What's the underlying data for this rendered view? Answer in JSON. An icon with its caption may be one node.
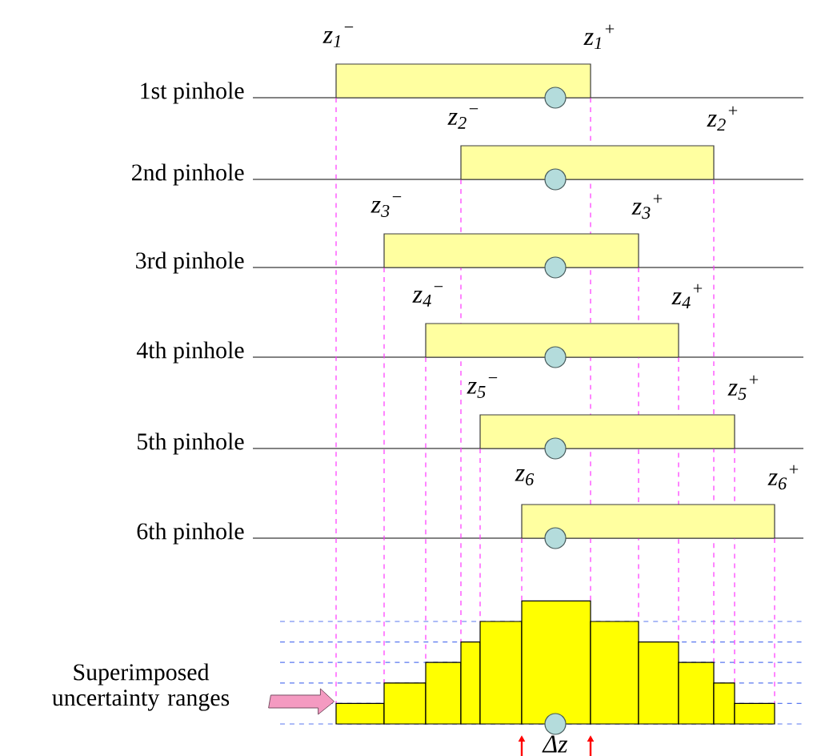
{
  "diagram": {
    "nodes": [
      {
        "text": [],
        "shape": "box",
        "beside": [
          "z$_{1}$$^{−}$",
          "z$_{1}$$^{+}$"
        ]
      },
      {
        "text": [],
        "shape": "box",
        "beside": [
          "z$_{2}$$^{−}$",
          "z$_{2}$$^{+}$"
        ]
      },
      {
        "text": [],
        "shape": "box",
        "beside": [
          "z$_{3}$$^{−}$",
          "z$_{3}$$^{+}$"
        ]
      },
      {
        "text": [],
        "shape": "box",
        "beside": [
          "z$_{4}$$^{−}$",
          "z$_{4}$$^{+}$"
        ]
      },
      {
        "text": [],
        "shape": "box",
        "beside": [
          "z$_{5}$$^{−}$",
          "z$_{5}$$^{+}$"
        ]
      },
      {
        "text": [],
        "shape": "box",
        "beside": [
          "z$_{6}$",
          "z$_{6}$$^{+}$"
        ]
      },
      {
        "text": [
          "Superimposed uncertainty ranges"
        ]
      },
      {
        "text": [],
        "shape": "bar",
        "beside": [
          "Δz"
        ]
      }
    ],
    "edges": [
      {
        "from": 6,
        "to": 7,
        "arrow": "to",
        "style": "thick",
        "color": "#f49ac1"
      }
    ],
    "labels": [
      "1st pinhole",
      "2nd pinhole",
      "3rd pinhole",
      "4th pinhole",
      "5th pinhole",
      "6th pinhole"
    ]
  }
}
